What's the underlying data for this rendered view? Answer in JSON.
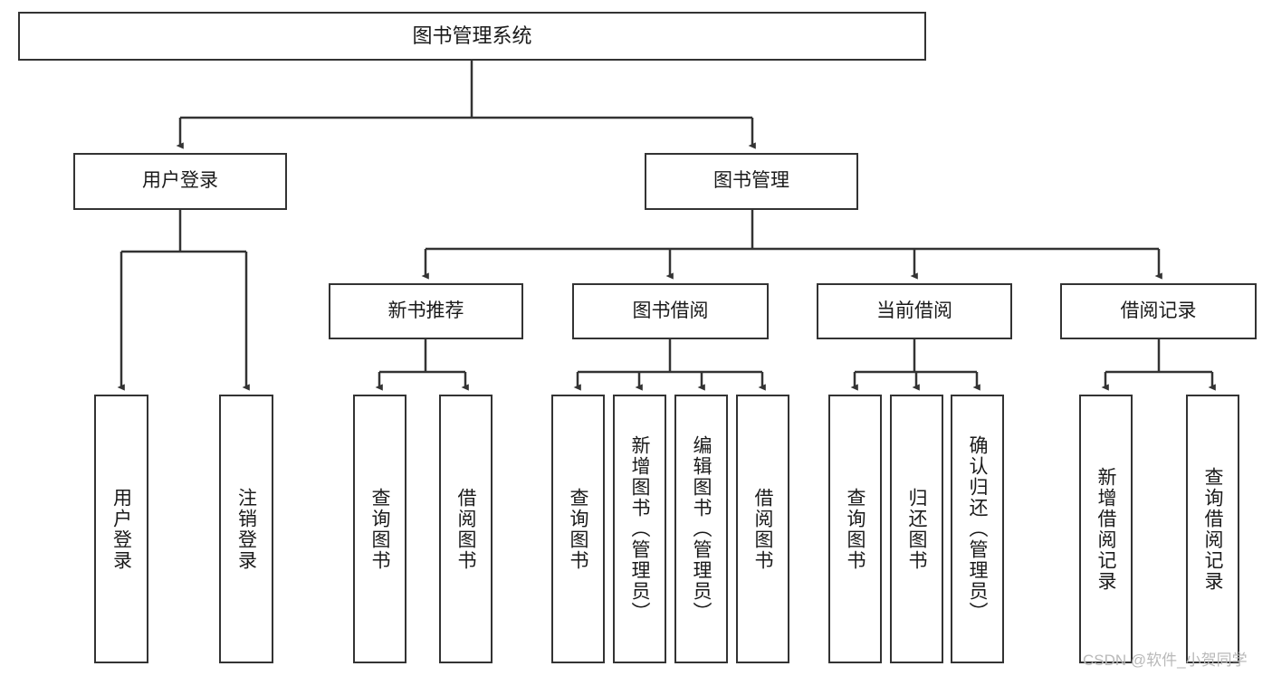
{
  "diagram": {
    "type": "tree-hierarchy-chart",
    "root": {
      "id": "root",
      "label": "图书管理系统"
    },
    "level1": [
      {
        "id": "user-login",
        "label": "用户登录"
      },
      {
        "id": "book-management",
        "label": "图书管理"
      }
    ],
    "level2": [
      {
        "id": "new-book-recommend",
        "label": "新书推荐",
        "parent": "book-management"
      },
      {
        "id": "book-borrow",
        "label": "图书借阅",
        "parent": "book-management"
      },
      {
        "id": "current-borrow",
        "label": "当前借阅",
        "parent": "book-management"
      },
      {
        "id": "borrow-record",
        "label": "借阅记录",
        "parent": "book-management"
      }
    ],
    "leaves": {
      "user_login": [
        {
          "id": "leaf-user-login",
          "label": "用户登录"
        },
        {
          "id": "leaf-user-logout",
          "label": "注销登录"
        }
      ],
      "new_book_recommend": [
        {
          "id": "leaf-query-book-1",
          "label": "查询图书"
        },
        {
          "id": "leaf-borrow-book-1",
          "label": "借阅图书"
        }
      ],
      "book_borrow": [
        {
          "id": "leaf-query-book-2",
          "label": "查询图书"
        },
        {
          "id": "leaf-add-book",
          "label": "新增图书（管理员）"
        },
        {
          "id": "leaf-edit-book",
          "label": "编辑图书（管理员）"
        },
        {
          "id": "leaf-borrow-book-2",
          "label": "借阅图书"
        }
      ],
      "current_borrow": [
        {
          "id": "leaf-query-book-3",
          "label": "查询图书"
        },
        {
          "id": "leaf-return-book",
          "label": "归还图书"
        },
        {
          "id": "leaf-confirm-return",
          "label": "确认归还（管理员）"
        }
      ],
      "borrow_record": [
        {
          "id": "leaf-add-borrow-record",
          "label": "新增借阅记录"
        },
        {
          "id": "leaf-query-borrow-record",
          "label": "查询借阅记录"
        }
      ]
    }
  },
  "watermark": {
    "text": "CSDN @软件_小贺同学"
  },
  "colors": {
    "background": "#ffffff",
    "box_border": "#333333",
    "connector": "#333333",
    "text": "#1a1a1a",
    "watermark": "#b9b9b9"
  }
}
